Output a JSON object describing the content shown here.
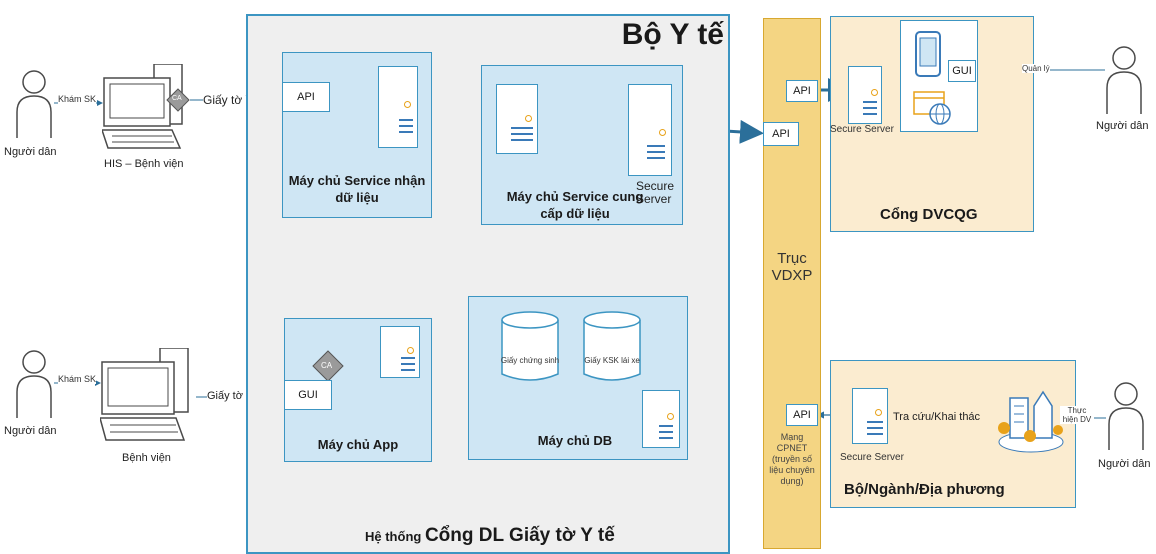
{
  "main": {
    "title": "Bộ Y tế",
    "footer_small": "Hệ thống",
    "footer_big": "Cổng DL Giấy tờ Y tế",
    "receive_server": {
      "api": "API",
      "label": "Máy chủ Service nhận dữ liệu"
    },
    "provide_server": {
      "label": "Máy chủ Service cung cấp dữ liệu",
      "secure_label": "Secure Server"
    },
    "app_server": {
      "gui": "GUI",
      "ca": "CA",
      "label": "Máy chủ App"
    },
    "db_server": {
      "label": "Máy chủ DB",
      "db1": "Giấy chứng sinh",
      "db2": "Giấy KSK lái xe"
    }
  },
  "left": {
    "person1": "Người dân",
    "person2": "Người dân",
    "checkup1": "Khám SK",
    "checkup2": "Khám SK",
    "ca": "CA",
    "his_label": "HIS – Bệnh viện",
    "hospital_label": "Bệnh viện",
    "doc1": "Giấy tờ Y tế",
    "doc2": "Giấy tờ Y tế"
  },
  "axis": {
    "title_line1": "Trục",
    "title_line2": "VDXP",
    "api_top": "API",
    "api_mid": "API",
    "api_bottom": "API",
    "note": "Mạng CPNET (truyền số liệu chuyên dụng)"
  },
  "dvcqg": {
    "title": "Cổng DVCQG",
    "gui": "GUI",
    "secure_server": "Secure Server",
    "manage": "Quản lý",
    "person": "Người dân"
  },
  "ministry": {
    "title": "Bộ/Ngành/Địa phương",
    "secure_server": "Secure Server",
    "lookup": "Tra cứu/Khai thác",
    "service": "Thực hiện DV",
    "person": "Người dân"
  },
  "colors": {
    "blue": "#3c95c2",
    "light_blue": "#cfe6f4",
    "axis": "#f4d583",
    "ext": "#fbecd0",
    "gray": "#efefef"
  }
}
